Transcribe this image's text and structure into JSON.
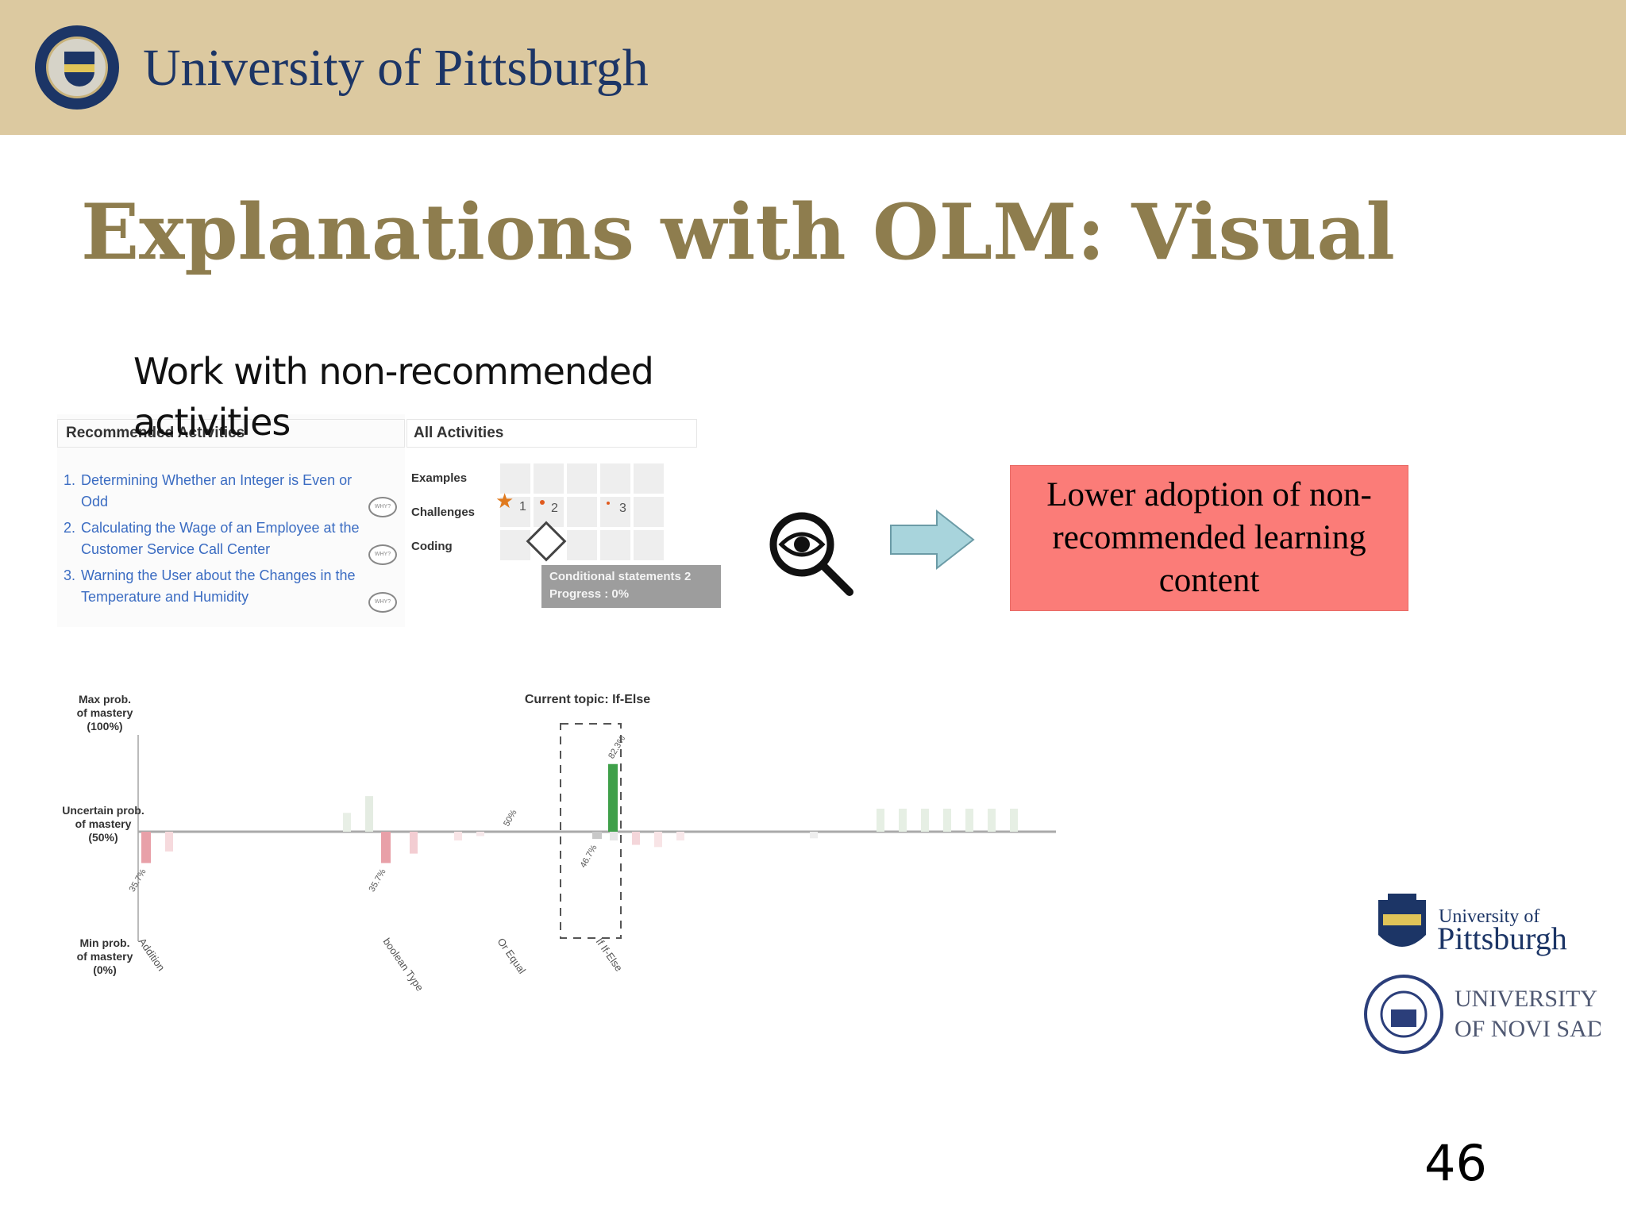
{
  "header": {
    "university_name": "University of Pittsburgh"
  },
  "slide": {
    "title": "Explanations with OLM: Visual",
    "subtitle": "Work with non-recommended activities",
    "page_number": "46"
  },
  "recommended_panel": {
    "header": "Recommended Activities",
    "items": [
      {
        "number": "1.",
        "text": "Determining Whether an Integer is Even or Odd",
        "why": "WHY?"
      },
      {
        "number": "2.",
        "text": "Calculating the Wage of an Employee at the Customer Service Call Center",
        "why": "WHY?"
      },
      {
        "number": "3.",
        "text": "Warning the User about the Changes in the Temperature and Humidity",
        "why": "WHY?"
      }
    ]
  },
  "all_activities_panel": {
    "header": "All Activities",
    "rows": [
      "Examples",
      "Challenges",
      "Coding"
    ],
    "challenge_marks": [
      "1",
      "2",
      "3"
    ],
    "tooltip_line1": "Conditional statements 2",
    "tooltip_line2": "Progress : 0%"
  },
  "callout": {
    "text": "Lower adoption of non-recommended learning content",
    "background": "#fb7c78"
  },
  "icons": {
    "magnifier": "magnifier-eye-icon",
    "arrow": "right-arrow-icon"
  },
  "chart_data": {
    "type": "bar",
    "title": "Current topic: If-Else",
    "ylabel_top": "Max prob. of mastery (100%)",
    "ylabel_mid": "Uncertain prob. of mastery (50%)",
    "ylabel_bottom": "Min prob. of mastery (0%)",
    "ylim": [
      0,
      100
    ],
    "baseline": 50,
    "categories": [
      "Addition",
      "boolean Type",
      "Or Equal",
      "If If-Else"
    ],
    "highlighted_bars": [
      {
        "category": "Addition",
        "value": 35.7,
        "label": "35.7%",
        "color": "#e8a0a8"
      },
      {
        "category": "boolean Type",
        "value": 35.7,
        "label": "35.7%",
        "color": "#e8a0a8"
      },
      {
        "category": "Or Equal",
        "value": 50,
        "label": "50%",
        "color": "#cfd8c8"
      },
      {
        "category": "If If-Else",
        "value": 82.3,
        "label": "82.3%",
        "color": "#3fa04a"
      },
      {
        "category": "If If-Else",
        "value": 46.7,
        "label": "46.7%",
        "color": "#c8c8c8"
      }
    ],
    "faint_bars": [
      {
        "index": 1,
        "value": 41,
        "color": "#f6dadd"
      },
      {
        "index": 9,
        "value": 59,
        "color": "#e8efe6"
      },
      {
        "index": 10,
        "value": 67,
        "color": "#e4ece2"
      },
      {
        "index": 12,
        "value": 40,
        "color": "#f3cdd2"
      },
      {
        "index": 14,
        "value": 46,
        "color": "#f8e4e6"
      },
      {
        "index": 15,
        "value": 48,
        "color": "#f6e8ea"
      },
      {
        "index": 21,
        "value": 46,
        "color": "#e6e6e6"
      },
      {
        "index": 22,
        "value": 44,
        "color": "#f4d6da"
      },
      {
        "index": 23,
        "value": 43,
        "color": "#f8e4e6"
      },
      {
        "index": 24,
        "value": 46,
        "color": "#f8e8ea"
      },
      {
        "index": 30,
        "value": 47,
        "color": "#eeeeee"
      },
      {
        "index": 33,
        "value": 61,
        "color": "#e6efe4"
      },
      {
        "index": 34,
        "value": 61,
        "color": "#e6efe4"
      },
      {
        "index": 35,
        "value": 61,
        "color": "#e6efe4"
      },
      {
        "index": 36,
        "value": 61,
        "color": "#e6efe4"
      },
      {
        "index": 37,
        "value": 61,
        "color": "#e6efe4"
      },
      {
        "index": 38,
        "value": 61,
        "color": "#e6efe4"
      },
      {
        "index": 39,
        "value": 61,
        "color": "#e6efe4"
      }
    ]
  },
  "logos": {
    "pitt_small_line1": "University of",
    "pitt_small_line2": "Pittsburgh",
    "novisad_line1": "UNIVERSITY",
    "novisad_line2": "OF NOVI SAD"
  },
  "colors": {
    "header_band": "#dcc9a0",
    "title": "#8e7d4e",
    "pitt_blue": "#1c3566",
    "link_blue": "#3b6cc2"
  }
}
